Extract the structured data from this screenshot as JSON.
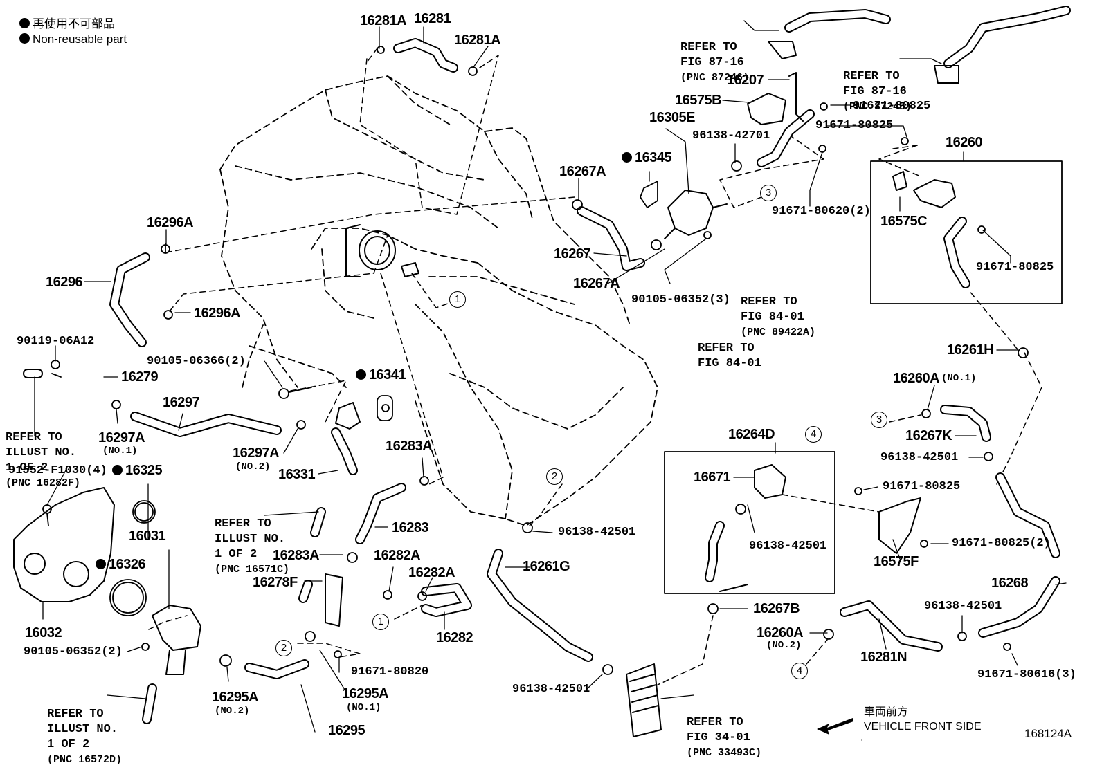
{
  "legend": {
    "line_jp": "再使用不可部品",
    "line_en": "Non-reusable part"
  },
  "figure_id": "168124A",
  "front": {
    "jp": "車両前方",
    "en": "VEHICLE FRONT SIDE"
  },
  "labels": [
    {
      "id": "l01",
      "text": "16281A"
    },
    {
      "id": "l02",
      "text": "16281"
    },
    {
      "id": "l03",
      "text": "16281A"
    },
    {
      "id": "l04",
      "text": "16207"
    },
    {
      "id": "l05",
      "text": "16575B"
    },
    {
      "id": "l06",
      "text": "91671-80825"
    },
    {
      "id": "l07",
      "text": "16305E"
    },
    {
      "id": "l08",
      "text": "96138-42701"
    },
    {
      "id": "l09",
      "text": "91671-80825"
    },
    {
      "id": "l10",
      "text": "16260"
    },
    {
      "id": "l11",
      "text": "16345"
    },
    {
      "id": "l12",
      "text": "16267A"
    },
    {
      "id": "l13",
      "text": "91671-80620(2)"
    },
    {
      "id": "l14",
      "text": "16575C"
    },
    {
      "id": "l15",
      "text": "16296A"
    },
    {
      "id": "l16",
      "text": "16267"
    },
    {
      "id": "l17",
      "text": "91671-80825"
    },
    {
      "id": "l18",
      "text": "16296"
    },
    {
      "id": "l19",
      "text": "16267A"
    },
    {
      "id": "l20",
      "text": "90105-06352(3)"
    },
    {
      "id": "l21",
      "text": "16296A"
    },
    {
      "id": "l22",
      "text": "90119-06A12"
    },
    {
      "id": "l23",
      "text": "16279"
    },
    {
      "id": "l24",
      "text": "90105-06366(2)"
    },
    {
      "id": "l25",
      "text": "16341"
    },
    {
      "id": "l26",
      "text": "16261H"
    },
    {
      "id": "l27",
      "text": "16297"
    },
    {
      "id": "l28",
      "text": "16260A"
    },
    {
      "id": "l29",
      "text": "(NO.1)"
    },
    {
      "id": "l30",
      "text": "16297A"
    },
    {
      "id": "l31",
      "text": "(NO.1)"
    },
    {
      "id": "l32",
      "text": "16264D"
    },
    {
      "id": "l33",
      "text": "16267K"
    },
    {
      "id": "l34",
      "text": "16283A"
    },
    {
      "id": "l35",
      "text": "16297A"
    },
    {
      "id": "l36",
      "text": "(NO.2)"
    },
    {
      "id": "l37",
      "text": "96138-42501"
    },
    {
      "id": "l38",
      "text": "91552-F1030(4)"
    },
    {
      "id": "l39",
      "text": "16325"
    },
    {
      "id": "l40",
      "text": "16331"
    },
    {
      "id": "l41",
      "text": "16671"
    },
    {
      "id": "l42",
      "text": "91671-80825"
    },
    {
      "id": "l43",
      "text": "16031"
    },
    {
      "id": "l44",
      "text": "16283"
    },
    {
      "id": "l45",
      "text": "96138-42501"
    },
    {
      "id": "l46",
      "text": "96138-42501"
    },
    {
      "id": "l47",
      "text": "16283A"
    },
    {
      "id": "l48",
      "text": "16282A"
    },
    {
      "id": "l49",
      "text": "16326"
    },
    {
      "id": "l50",
      "text": "16261G"
    },
    {
      "id": "l51",
      "text": "91671-80825(2)"
    },
    {
      "id": "l52",
      "text": "16575F"
    },
    {
      "id": "l53",
      "text": "16282A"
    },
    {
      "id": "l54",
      "text": "16278F"
    },
    {
      "id": "l55",
      "text": "16268"
    },
    {
      "id": "l56",
      "text": "16267B"
    },
    {
      "id": "l57",
      "text": "96138-42501"
    },
    {
      "id": "l58",
      "text": "16032"
    },
    {
      "id": "l59",
      "text": "16282"
    },
    {
      "id": "l60",
      "text": "16260A"
    },
    {
      "id": "l61",
      "text": "(NO.2)"
    },
    {
      "id": "l62",
      "text": "16281N"
    },
    {
      "id": "l63",
      "text": "90105-06352(2)"
    },
    {
      "id": "l64",
      "text": "91671-80820"
    },
    {
      "id": "l65",
      "text": "91671-80616(3)"
    },
    {
      "id": "l66",
      "text": "16295A"
    },
    {
      "id": "l67",
      "text": "16295A"
    },
    {
      "id": "l68",
      "text": "96138-42501"
    },
    {
      "id": "l69",
      "text": "(NO.2)"
    },
    {
      "id": "l70",
      "text": "(NO.1)"
    },
    {
      "id": "l71",
      "text": "16295"
    }
  ],
  "refs": [
    {
      "id": "r1",
      "lines": [
        "REFER TO",
        "FIG 87-16"
      ],
      "pnc": "(PNC 87246)"
    },
    {
      "id": "r2",
      "lines": [
        "REFER TO",
        "FIG 87-16"
      ],
      "pnc": "(PNC 87245)"
    },
    {
      "id": "r3",
      "lines": [
        "REFER TO",
        "FIG 84-01"
      ],
      "pnc": "(PNC 89422A)"
    },
    {
      "id": "r4",
      "lines": [
        "REFER TO",
        "FIG 84-01"
      ],
      "pnc": ""
    },
    {
      "id": "r5",
      "lines": [
        "REFER TO",
        "ILLUST NO.",
        "1 OF 2"
      ],
      "pnc": "(PNC 16282F)"
    },
    {
      "id": "r6",
      "lines": [
        "REFER TO",
        "ILLUST NO.",
        "1 OF 2"
      ],
      "pnc": "(PNC 16571C)"
    },
    {
      "id": "r7",
      "lines": [
        "REFER TO",
        "ILLUST NO.",
        "1 OF 2"
      ],
      "pnc": "(PNC 16572D)"
    },
    {
      "id": "r8",
      "lines": [
        "REFER TO",
        "FIG 34-01"
      ],
      "pnc": "(PNC 33493C)"
    }
  ],
  "circles": [
    {
      "id": "c1",
      "text": "1"
    },
    {
      "id": "c2",
      "text": "3"
    },
    {
      "id": "c3",
      "text": "3"
    },
    {
      "id": "c4",
      "text": "4"
    },
    {
      "id": "c5",
      "text": "2"
    },
    {
      "id": "c6",
      "text": "1"
    },
    {
      "id": "c7",
      "text": "2"
    },
    {
      "id": "c8",
      "text": "4"
    }
  ]
}
